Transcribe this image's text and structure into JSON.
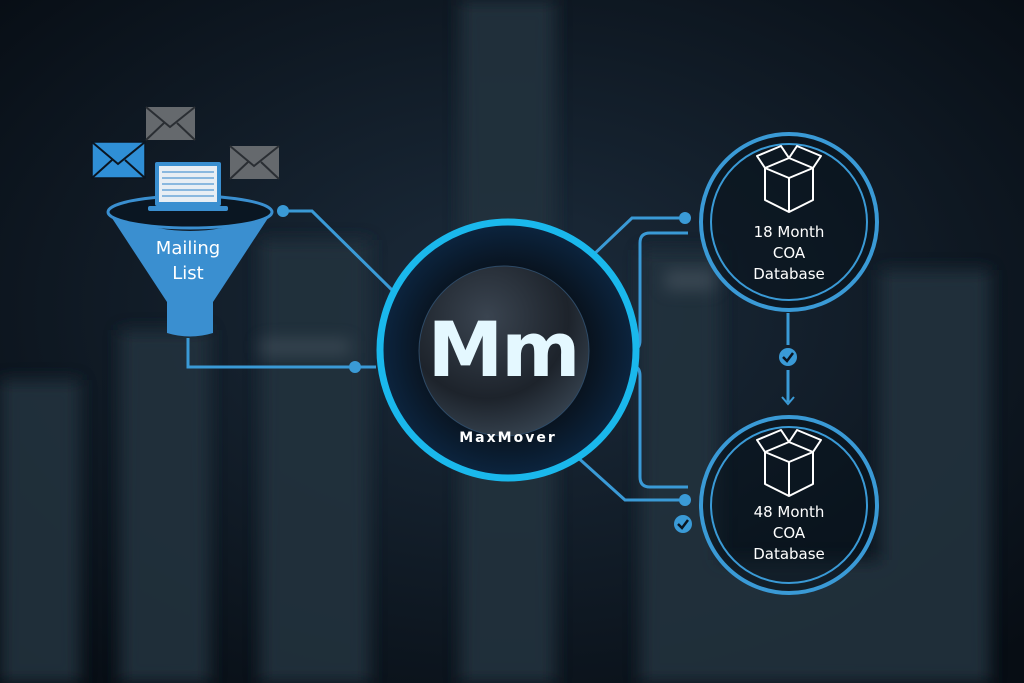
{
  "source": {
    "label_line1": "Mailing",
    "label_line2": "List"
  },
  "hub": {
    "logo_text": "Mm",
    "brand_name": "MaxMover"
  },
  "databases": [
    {
      "line1": "18 Month",
      "line2": "COA",
      "line3": "Database"
    },
    {
      "line1": "48 Month",
      "line2": "COA",
      "line3": "Database"
    }
  ],
  "icons": [
    "envelope-icon",
    "laptop-icon",
    "funnel-icon",
    "box-icon",
    "check-icon",
    "arrow-down-icon"
  ],
  "colors": {
    "accent": "#1ab8ec",
    "line": "#3a9ad6",
    "funnel": "#3a8fd0",
    "envelope_grey": "#666a6e",
    "background": "#0b1520"
  }
}
